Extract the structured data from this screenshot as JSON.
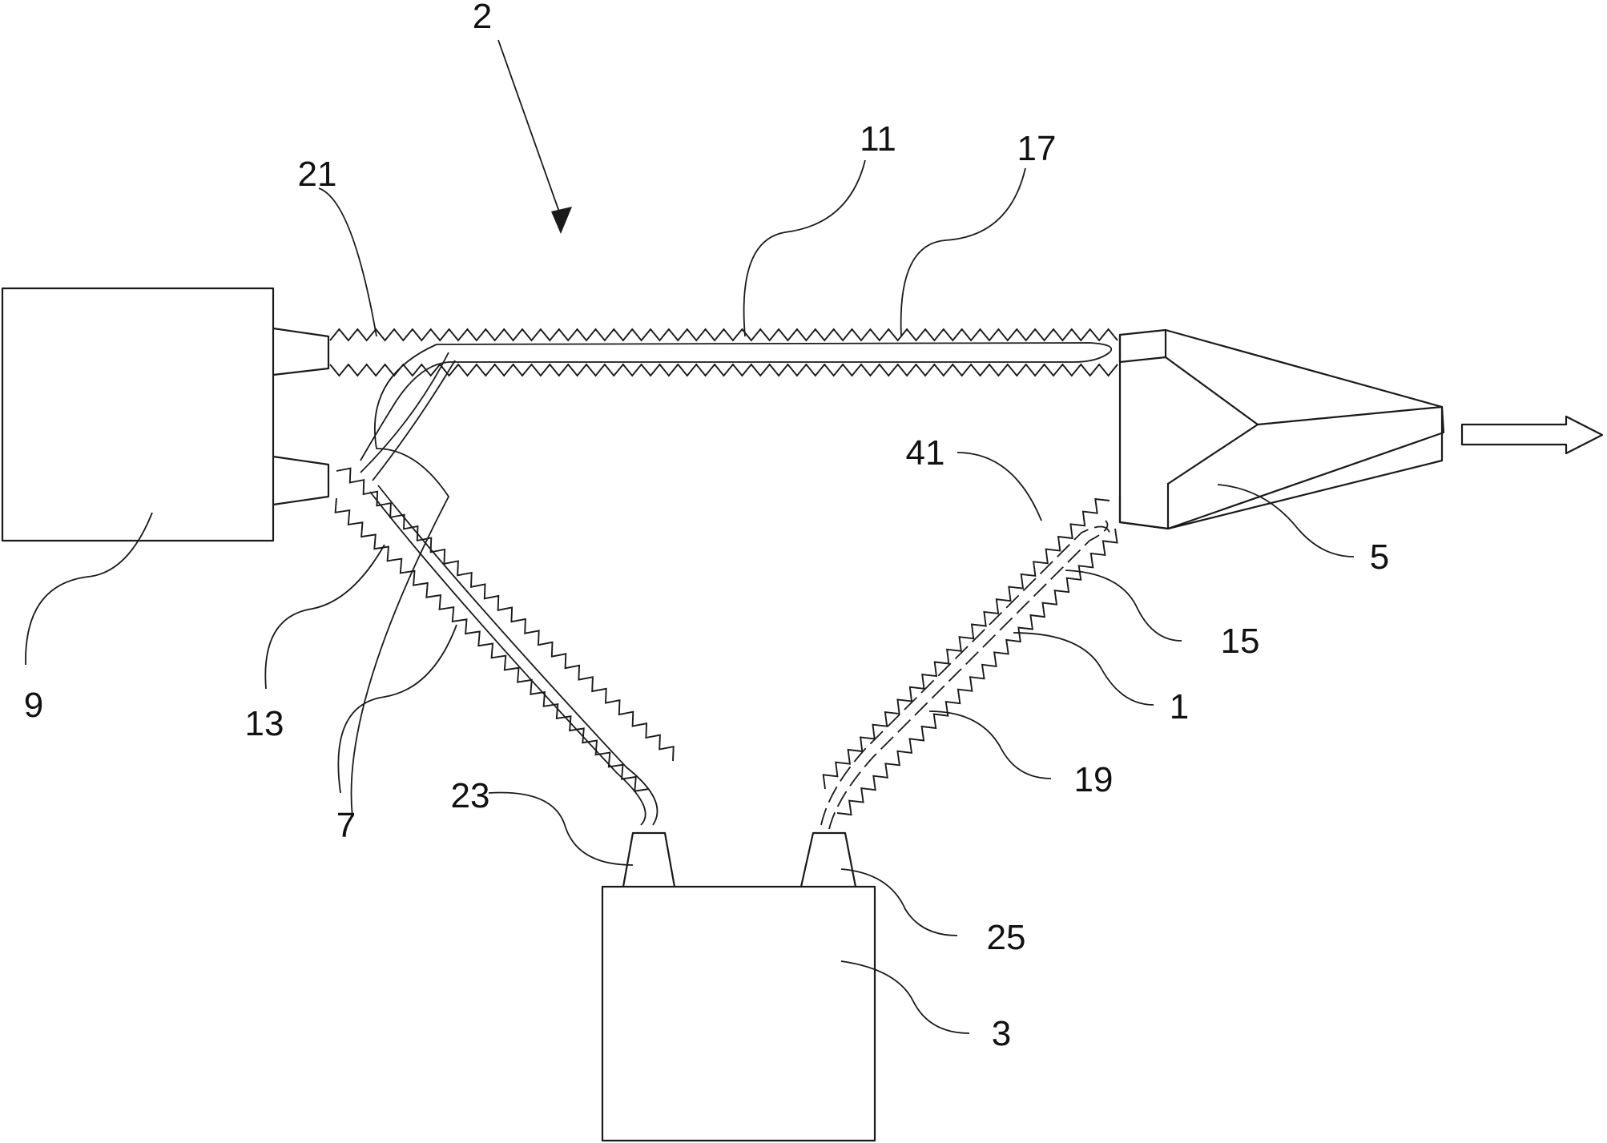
{
  "figure": {
    "labels": [
      {
        "id": "ref-2",
        "text": "2"
      },
      {
        "id": "ref-11",
        "text": "11"
      },
      {
        "id": "ref-17",
        "text": "17"
      },
      {
        "id": "ref-21",
        "text": "21"
      },
      {
        "id": "ref-41",
        "text": "41"
      },
      {
        "id": "ref-9",
        "text": "9"
      },
      {
        "id": "ref-13",
        "text": "13"
      },
      {
        "id": "ref-7",
        "text": "7"
      },
      {
        "id": "ref-5",
        "text": "5"
      },
      {
        "id": "ref-15",
        "text": "15"
      },
      {
        "id": "ref-1",
        "text": "1"
      },
      {
        "id": "ref-19",
        "text": "19"
      },
      {
        "id": "ref-23",
        "text": "23"
      },
      {
        "id": "ref-25",
        "text": "25"
      },
      {
        "id": "ref-3",
        "text": "3"
      }
    ]
  },
  "colors": {
    "line": "#1a1a1a",
    "background": "#ffffff"
  }
}
